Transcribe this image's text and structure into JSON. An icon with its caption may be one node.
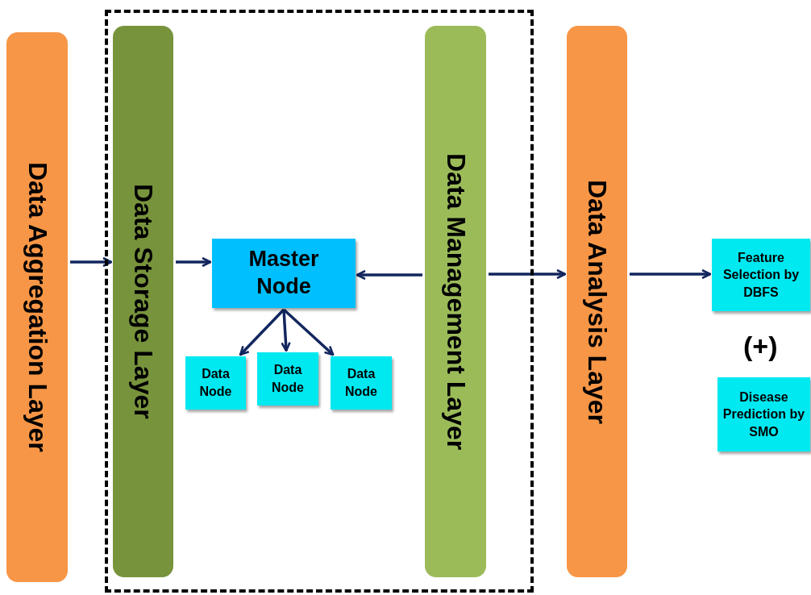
{
  "diagram": {
    "nodes": [
      {
        "text": [
          "Data Aggregation Layer"
        ]
      },
      {
        "text": [],
        "shape": "box"
      },
      {
        "text": [
          "Data Storage Layer"
        ],
        "in": 1
      },
      {
        "text": [
          "Master Node"
        ],
        "in": 1
      },
      {
        "text": [
          "Data Node"
        ],
        "in": 1
      },
      {
        "text": [
          "Data Node"
        ],
        "in": 1
      },
      {
        "text": [
          "Data Node"
        ],
        "in": 1
      },
      {
        "text": [
          "Data Management Layer"
        ],
        "in": 1
      },
      {
        "text": [
          "Data Analysis Layer"
        ]
      },
      {
        "text": [
          "Feature Selection by DBFS"
        ]
      },
      {
        "text": [
          "Disease Prediction by SMO"
        ]
      }
    ],
    "edges": [
      {
        "from": 0,
        "to": 2,
        "arrow": "to"
      },
      {
        "from": 2,
        "to": 3,
        "arrow": "to"
      },
      {
        "from": 7,
        "to": 3,
        "arrow": "to"
      },
      {
        "from": 3,
        "to": 4,
        "arrow": "to"
      },
      {
        "from": 3,
        "to": 5,
        "arrow": "to"
      },
      {
        "from": 3,
        "to": 6,
        "arrow": "to"
      },
      {
        "from": 7,
        "to": 8,
        "arrow": "to"
      },
      {
        "from": 8,
        "to": 9,
        "arrow": "to"
      }
    ],
    "labels": [
      "(+)"
    ]
  }
}
